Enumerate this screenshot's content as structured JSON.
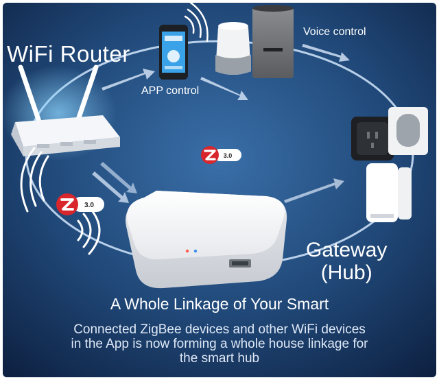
{
  "labels": {
    "router": "WiFi Router",
    "app_control": "APP control",
    "voice_control": "Voice control",
    "gateway_line1": "Gateway",
    "gateway_line2": "(Hub)"
  },
  "zigbee": {
    "version": "3.0",
    "letter": "Z"
  },
  "headline": "A Whole Linkage of Your Smart",
  "description": {
    "line1": "Connected ZigBee devices and other WiFi devices",
    "line2": "in the App is now forming a whole house linkage for",
    "line3": "the smart hub"
  },
  "colors": {
    "background_center": "#2d5d94",
    "background_edge": "#102446",
    "zigbee_red": "#d8262c",
    "text": "#ffffff"
  },
  "icons": [
    "wifi-router",
    "smartphone",
    "smart-speaker",
    "smart-plug",
    "door-sensor",
    "zigbee-gateway-hub",
    "zigbee-logo",
    "wireless-signal"
  ]
}
